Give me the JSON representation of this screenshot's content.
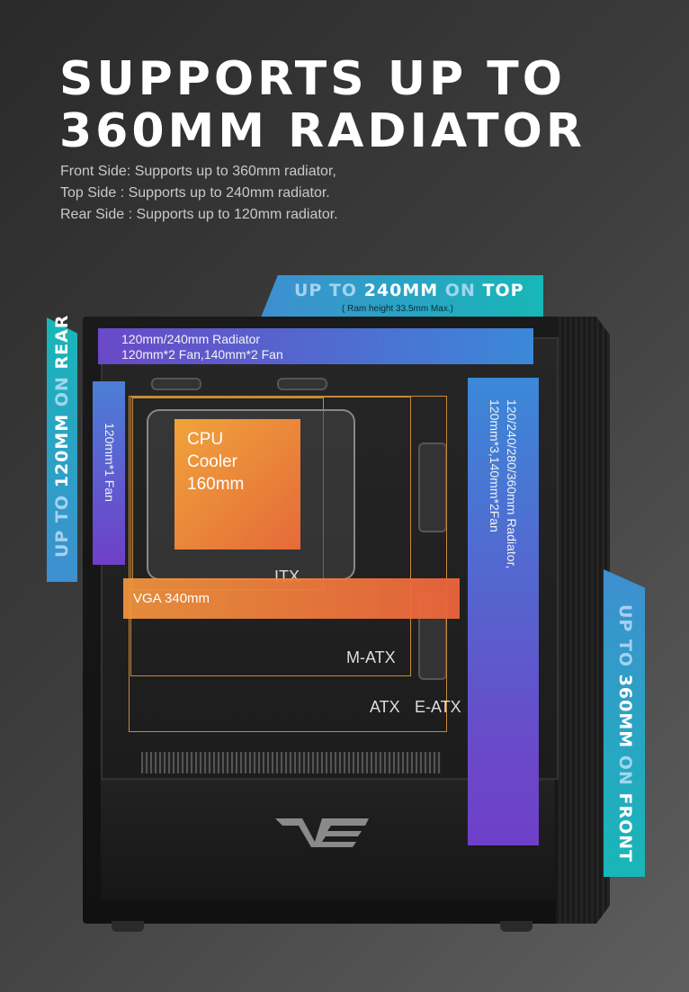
{
  "title": {
    "line1": "SUPPORTS UP TO",
    "line2": "360MM RADIATOR"
  },
  "description": [
    "Front Side: Supports up to 360mm radiator,",
    "Top Side : Supports up to 240mm radiator.",
    "Rear Side : Supports up to 120mm radiator."
  ],
  "tags": {
    "top": {
      "prefix": "UP TO ",
      "size": "240MM",
      "mid": " ON ",
      "side": "TOP",
      "note": "( Ram height 33.5mm Max.)"
    },
    "rear": {
      "prefix": "UP TO ",
      "size": "120MM",
      "mid": " ON ",
      "side": "REAR"
    },
    "front": {
      "prefix": "UP TO ",
      "size": "360MM",
      "mid": " ON ",
      "side": "FRONT"
    }
  },
  "radiators": {
    "top": {
      "line1": "120mm/240mm Radiator",
      "line2": "120mm*2 Fan,140mm*2 Fan"
    },
    "rear": {
      "line1": "120mm*1 Fan"
    },
    "front": {
      "line1": "120/240/280/360mm Radiator,",
      "line2": "120mm*3,140mm*2Fan"
    }
  },
  "cpu_cooler": {
    "line1": "CPU",
    "line2": "Cooler",
    "line3": "160mm"
  },
  "vga": {
    "label": "VGA 340mm"
  },
  "boards": {
    "itx": "ITX",
    "matx": "M-ATX",
    "atx": "ATX",
    "eatx": "E-ATX"
  },
  "colors": {
    "accent_teal": "#17b7b7",
    "accent_blue": "#3e8fd0",
    "radiator_purple": "#6a49c8",
    "cooler_orange": "#f0a33a",
    "board_outline": "#c98a3a"
  },
  "icons": {
    "brand": "darkflash-logo"
  }
}
